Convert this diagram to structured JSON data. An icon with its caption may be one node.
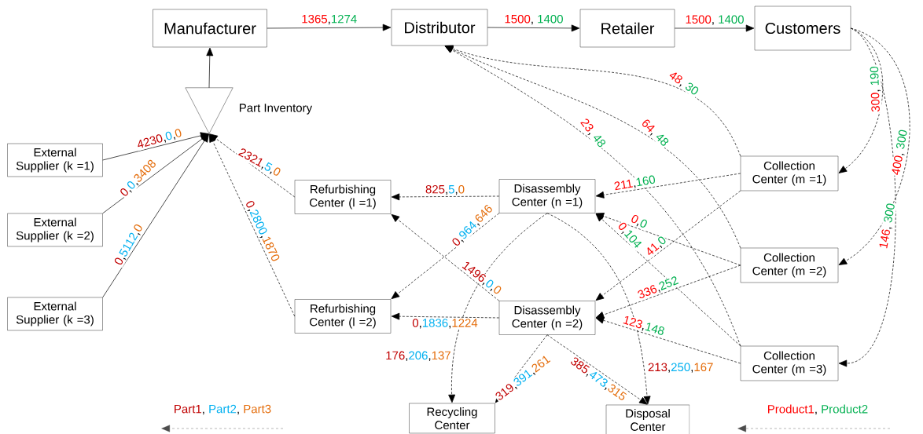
{
  "diagram": {
    "nodes": [
      {
        "text": [
          "Manufacturer"
        ]
      },
      {
        "text": [
          "Distributor"
        ]
      },
      {
        "text": [
          "Retailer"
        ]
      },
      {
        "text": [
          "Customers"
        ]
      },
      {
        "text": [
          "Part Inventory"
        ]
      },
      {
        "text": [
          "External Supplier (k =1)"
        ]
      },
      {
        "text": [
          "External Supplier (k =2)"
        ]
      },
      {
        "text": [
          "External Supplier (k =3)"
        ]
      },
      {
        "text": [
          "Refurbishing Center (l =1)"
        ]
      },
      {
        "text": [
          "Refurbishing Center (l =2)"
        ]
      },
      {
        "text": [
          "Disassembly Center (n =1)"
        ]
      },
      {
        "text": [
          "Disassembly Center (n =2)"
        ]
      },
      {
        "text": [
          "Collection Center (m =1)"
        ]
      },
      {
        "text": [
          "Collection Center (m =2)"
        ]
      },
      {
        "text": [
          "Collection Center (m =3)"
        ]
      },
      {
        "text": [
          "Recycling Center"
        ]
      },
      {
        "text": [
          "Disposal Center"
        ]
      }
    ],
    "edges": [
      {
        "from": 0,
        "to": 1,
        "arrow": "to",
        "label": "1365,1274"
      },
      {
        "from": 1,
        "to": 2,
        "arrow": "to",
        "label": "1500, 1400"
      },
      {
        "from": 2,
        "to": 3,
        "arrow": "to",
        "label": "1500, 1400"
      },
      {
        "from": 4,
        "to": 0,
        "arrow": "to"
      },
      {
        "from": 5,
        "to": 4,
        "arrow": "to",
        "label": "4230,0,0"
      },
      {
        "from": 6,
        "to": 4,
        "arrow": "to",
        "label": "0,0,3408"
      },
      {
        "from": 7,
        "to": 4,
        "arrow": "to",
        "label": "0,5112,0"
      },
      {
        "from": 8,
        "to": 4,
        "arrow": "to",
        "style": "dashed",
        "label": "2321,5,0"
      },
      {
        "from": 9,
        "to": 4,
        "arrow": "to",
        "style": "dashed",
        "label": "0,2800,1870"
      },
      {
        "from": 10,
        "to": 8,
        "arrow": "to",
        "style": "dashed",
        "label": "825,5,0"
      },
      {
        "from": 10,
        "to": 9,
        "arrow": "to",
        "style": "dashed",
        "label": "0,964,646"
      },
      {
        "from": 11,
        "to": 8,
        "arrow": "to",
        "style": "dashed",
        "label": "1496,0,0"
      },
      {
        "from": 11,
        "to": 9,
        "arrow": "to",
        "style": "dashed",
        "label": "0,1836,1224"
      },
      {
        "from": 3,
        "to": 12,
        "arrow": "to",
        "style": "dashed",
        "label": "300, 190"
      },
      {
        "from": 3,
        "to": 13,
        "arrow": "to",
        "style": "dashed",
        "label": "400, 300"
      },
      {
        "from": 3,
        "to": 14,
        "arrow": "to",
        "style": "dashed",
        "label": "146, 300"
      },
      {
        "from": 12,
        "to": 1,
        "arrow": "to",
        "style": "dashed",
        "label": "48, 30"
      },
      {
        "from": 13,
        "to": 1,
        "arrow": "to",
        "style": "dashed",
        "label": "64, 48"
      },
      {
        "from": 14,
        "to": 1,
        "arrow": "to",
        "style": "dashed",
        "label": "23, 48"
      },
      {
        "from": 12,
        "to": 10,
        "arrow": "to",
        "style": "dashed",
        "label": "211,160"
      },
      {
        "from": 12,
        "to": 11,
        "arrow": "to",
        "style": "dashed",
        "label": "41,0"
      },
      {
        "from": 13,
        "to": 10,
        "arrow": "to",
        "style": "dashed",
        "label": "0,0"
      },
      {
        "from": 13,
        "to": 11,
        "arrow": "to",
        "style": "dashed",
        "label": "336,252"
      },
      {
        "from": 14,
        "to": 10,
        "arrow": "to",
        "style": "dashed",
        "label": "0,104"
      },
      {
        "from": 14,
        "to": 11,
        "arrow": "to",
        "style": "dashed",
        "label": "123,148"
      },
      {
        "from": 10,
        "to": 15,
        "arrow": "to",
        "style": "dashed",
        "label": "176,206,137"
      },
      {
        "from": 10,
        "to": 16,
        "arrow": "to",
        "style": "dashed",
        "label": "213,250,167"
      },
      {
        "from": 11,
        "to": 15,
        "arrow": "to",
        "style": "dashed",
        "label": "319,391,261"
      },
      {
        "from": 11,
        "to": 16,
        "arrow": "to",
        "style": "dashed",
        "label": "385,473,315"
      }
    ],
    "legend": [
      {
        "text": "Part1, Part2, Part3"
      },
      {
        "text": "Product1, Product2"
      }
    ]
  }
}
